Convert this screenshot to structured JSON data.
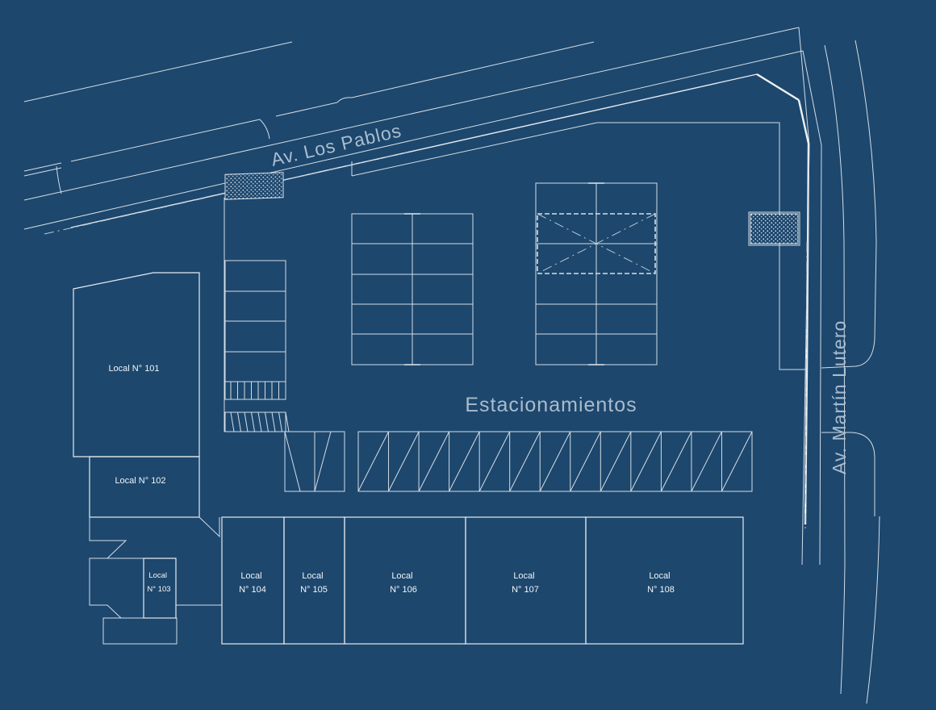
{
  "streets": {
    "north": "Av. Los Pablos",
    "east": "Av. Martín Lutero"
  },
  "zone_label": "Estacionamientos",
  "units": [
    {
      "id": "101",
      "line1": "Local N° 101"
    },
    {
      "id": "102",
      "line1": "Local N° 102"
    },
    {
      "id": "103",
      "line1": "Local",
      "line2": "N° 103"
    },
    {
      "id": "104",
      "line1": "Local",
      "line2": "N° 104"
    },
    {
      "id": "105",
      "line1": "Local",
      "line2": "N° 105"
    },
    {
      "id": "106",
      "line1": "Local",
      "line2": "N° 106"
    },
    {
      "id": "107",
      "line1": "Local",
      "line2": "N° 107"
    },
    {
      "id": "108",
      "line1": "Local",
      "line2": "N° 108"
    }
  ],
  "colors": {
    "background": "#1d476d",
    "line": "#e6ebf0",
    "label": "#a9bccd"
  }
}
